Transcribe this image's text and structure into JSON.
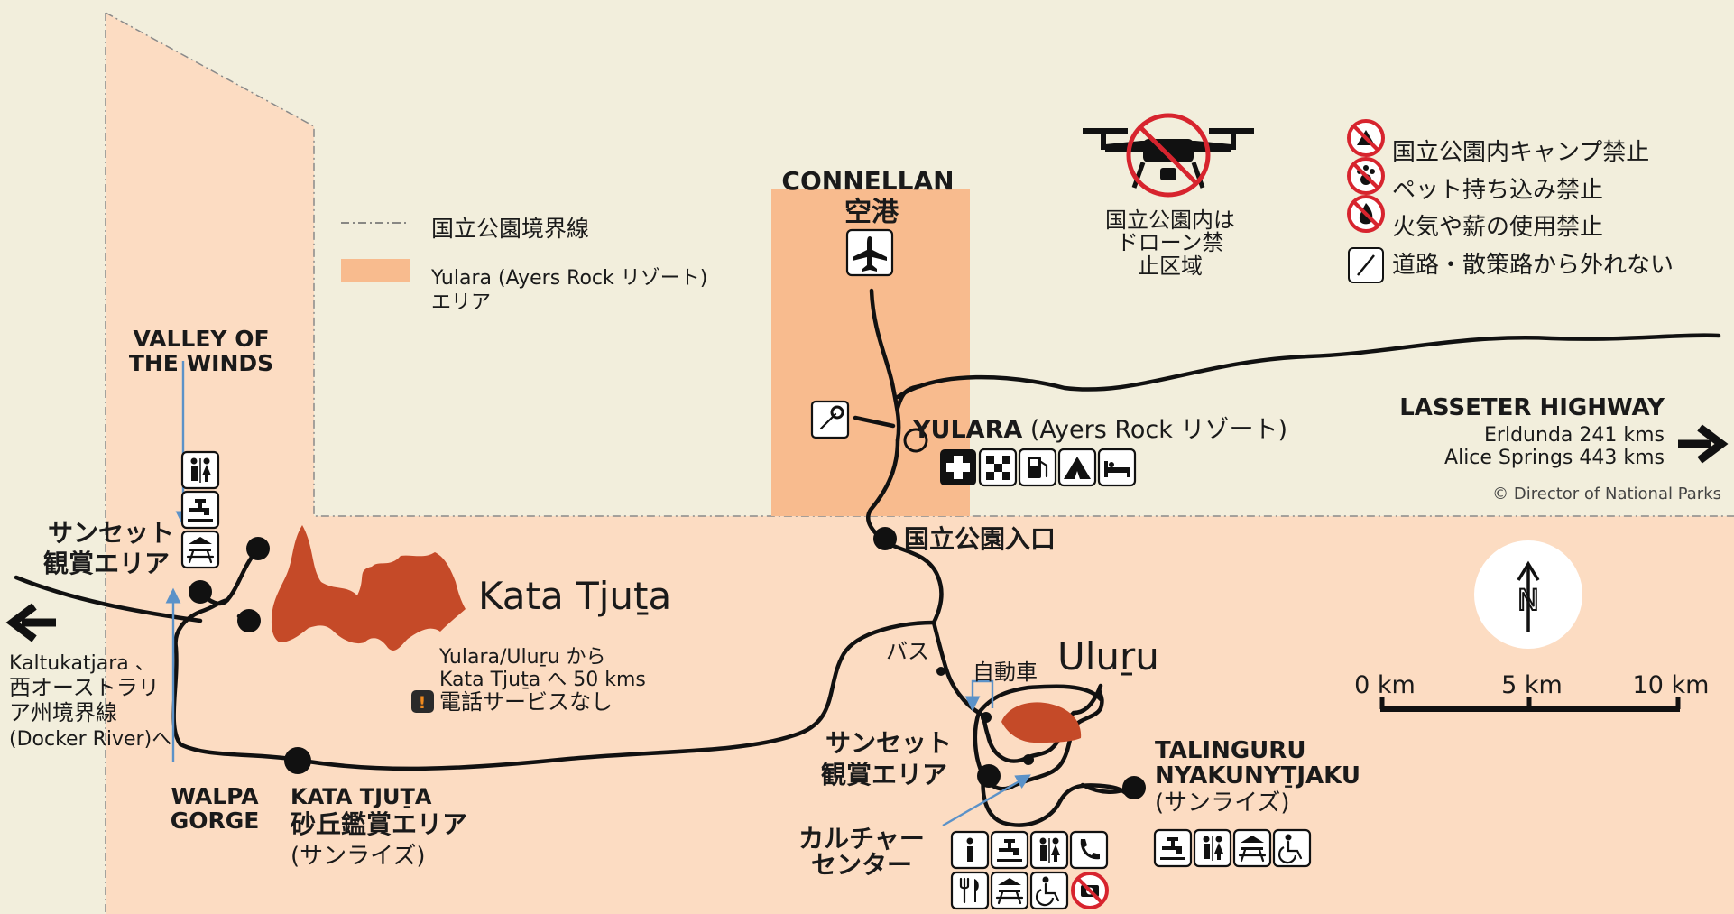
{
  "legend": {
    "boundary": "国立公園境界線",
    "yulara_area_1": "Yulara (Ayers Rock リゾート)",
    "yulara_area_2": "エリア"
  },
  "airport": {
    "name_1": "CONNELLAN",
    "name_2": "空港"
  },
  "drone": {
    "line_1": "国立公園内は",
    "line_2": "ドローン禁",
    "line_3": "止区域"
  },
  "rules": [
    "国立公園内キャンプ禁止",
    "ペット持ち込み禁止",
    "火気や薪の使用禁止",
    "道路・散策路から外れない"
  ],
  "places": {
    "valley_1": "VALLEY OF",
    "valley_2": "THE WINDS",
    "sunset_west_1": "サンセット",
    "sunset_west_2": "観賞エリア",
    "kaltukatjara_1": "Kaltukatjara 、",
    "kaltukatjara_2": "西オーストラリ",
    "kaltukatjara_3": "ア州境界線",
    "kaltukatjara_4": "(Docker River)へ",
    "kata_tjuta": "Kata Tjuṯa",
    "distance_1": "Yulara/Uluṟu から",
    "distance_2": "Kata Tjuṯa へ 50 kms",
    "no_phone": "電話サービスなし",
    "walpa_1": "WALPA",
    "walpa_2": "GORGE",
    "dune_1": "KATA TJUṮA",
    "dune_2": "砂丘鑑賞エリア",
    "dune_3": "(サンライズ)",
    "yulara_name": "YULARA",
    "yulara_sub": " (Ayers Rock リゾート)",
    "entrance": "国立公園入口",
    "uluru": "Uluṟu",
    "bus": "バス",
    "car": "自動車",
    "sunset_east_1": "サンセット",
    "sunset_east_2": "観賞エリア",
    "culture_1": "カルチャー",
    "culture_2": "センター",
    "talinguru_1": "TALINGURU",
    "talinguru_2": "NYAKUNYṮJAKU",
    "talinguru_3": "(サンライズ)",
    "lasseter": "LASSETER HIGHWAY",
    "erldunda": "Erldunda 241 kms",
    "alice": "Alice Springs 443 kms"
  },
  "scale": {
    "labels": [
      "0 km",
      "5 km",
      "10 km"
    ]
  },
  "north_symbol": "N",
  "credit": "© Director of National Parks",
  "colors": {
    "background": "#f2eedc",
    "park_fill": "#fcdcc2",
    "yulara_fill": "#f8bb8e",
    "rock": "#c54a28",
    "trail": "#5b92c8",
    "prohibition": "#d7242e"
  }
}
